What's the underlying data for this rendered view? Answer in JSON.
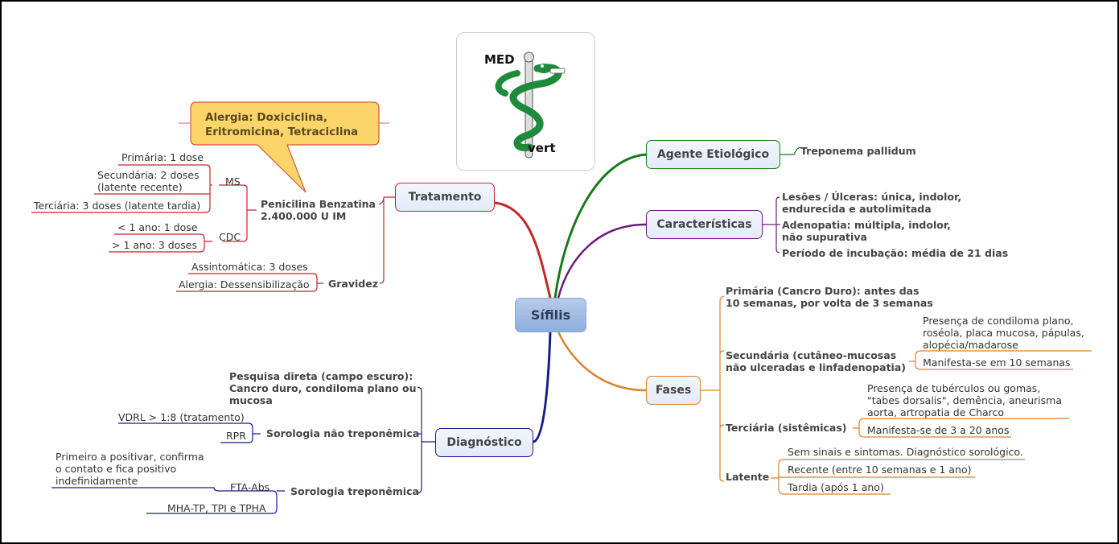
{
  "root": {
    "label": "Sífilis"
  },
  "logo": {
    "top_text": "MED",
    "bottom_text": "vert",
    "icon": "snake-staff-logo-icon"
  },
  "branches": {
    "agente": {
      "label": "Agente Etiológico",
      "color": "#1a7a1a",
      "children": [
        "Treponema pallidum"
      ]
    },
    "caracteristicas": {
      "label": "Características",
      "color": "#6a1a7a",
      "children": [
        "Lesões / Úlceras: única, indolor,",
        "endurecida e autolimitada",
        "Adenopatia: múltipla, indolor,",
        "não supurativa",
        "Período de incubação: média de 21 dias"
      ]
    },
    "fases": {
      "label": "Fases",
      "color": "#d9822b",
      "primaria": {
        "label_l1": "Primária (Cancro Duro): antes das",
        "label_l2": "10 semanas, por volta de 3 semanas"
      },
      "secundaria": {
        "label_l1": "Secundária (cutâneo-mucosas",
        "label_l2": "não ulceradas e linfadenopatia)",
        "children": [
          [
            "Presença de condiloma plano,",
            "roséola, placa mucosa, pápulas,",
            "alopécia/madarose"
          ],
          [
            "Manifesta-se em 10 semanas"
          ]
        ]
      },
      "terciaria": {
        "label": "Terciária (sistêmicas)",
        "children": [
          [
            "Presença de tubérculos ou gomas,",
            "\"tabes dorsalis\", demência, aneurisma",
            "aorta, artropatia de Charco"
          ],
          [
            "Manifesta-se de 3 a 20 anos"
          ]
        ]
      },
      "latente": {
        "label": "Latente",
        "children": [
          "Sem sinais e sintomas. Diagnóstico sorológico.",
          "Recente (entre 10 semanas e 1 ano)",
          "Tardia (após 1 ano)"
        ]
      }
    },
    "tratamento": {
      "label": "Tratamento",
      "color": "#c0282a",
      "callout": {
        "line1": "Alergia: Doxiciclina,",
        "line2": "Eritromicina, Tetraciclina"
      },
      "penicilina": {
        "label_l1": "Penicilina Benzatina",
        "label_l2": "2.400.000 U IM",
        "ms": {
          "label": "MS",
          "children": [
            "Primária: 1 dose",
            "Secundária: 2 doses",
            "(latente recente)",
            "Terciária: 3 doses (latente tardia)"
          ]
        },
        "cdc": {
          "label": "CDC",
          "children": [
            "< 1 ano: 1 dose",
            "> 1 ano: 3 doses"
          ]
        }
      },
      "gravidez": {
        "label": "Gravidez",
        "children": [
          "Assintomática: 3 doses",
          "Alergia: Dessensibilização"
        ]
      }
    },
    "diagnostico": {
      "label": "Diagnóstico",
      "color": "#1a1a8a",
      "pesquisa": [
        "Pesquisa direta (campo escuro):",
        "Cancro duro, condiloma plano ou",
        "mucosa"
      ],
      "nao_trep": {
        "label": "Sorologia não treponêmica",
        "children": [
          "VDRL > 1:8 (tratamento)",
          "RPR"
        ]
      },
      "trep": {
        "label": "Sorologia treponêmica",
        "fta": {
          "label": "FTA-Abs",
          "note": [
            "Primeiro a positivar, confirma",
            "o contato e fica positivo",
            "indefinidamente"
          ]
        },
        "other": "MHA-TP, TPI e TPHA"
      }
    }
  }
}
